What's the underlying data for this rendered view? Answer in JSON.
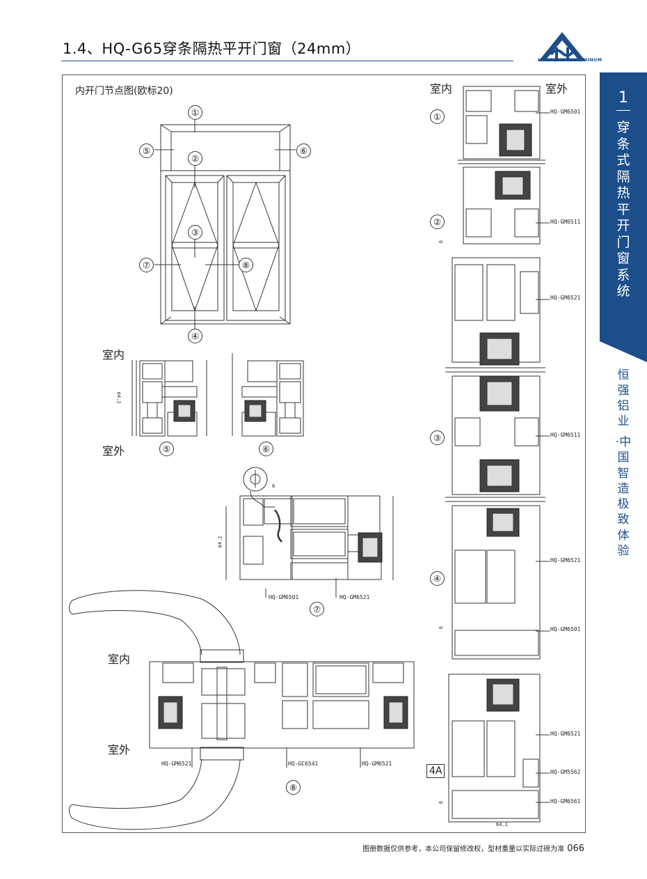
{
  "header": {
    "title": "1.4、HQ-G65穿条隔热平开门窗（24mm）",
    "logo_text": "HENGQIANG ALUMINUM"
  },
  "sidebar": {
    "chapter_number": "1",
    "chapter_title": "穿条式隔热平开门窗系统",
    "brand": "恒强铝业",
    "slogan": "·中国智造 极致体验"
  },
  "figure": {
    "title": "内开门节点图(欧标20)",
    "indoor": "室内",
    "outdoor": "室外",
    "markers": [
      "①",
      "②",
      "③",
      "④",
      "⑤",
      "⑥",
      "⑦",
      "⑧"
    ],
    "box_label": "4A",
    "dims": {
      "h642": "64.2",
      "d6": "6",
      "w641": "64.1"
    },
    "codes": {
      "gm6501": "HQ-GM6501",
      "gm6511": "HQ-GM6511",
      "gm6521": "HQ-GM6521",
      "gm5562": "HQ-GM5562",
      "gm6561": "HQ-GM6561",
      "gc6541": "HQ-GC6541"
    }
  },
  "footer": {
    "note": "图册数据仅供参考，本公司保留修改权，型材重量以实际过磅为准",
    "page": "066"
  },
  "colors": {
    "brand_blue": "#1c4e8a",
    "line": "#333333"
  }
}
